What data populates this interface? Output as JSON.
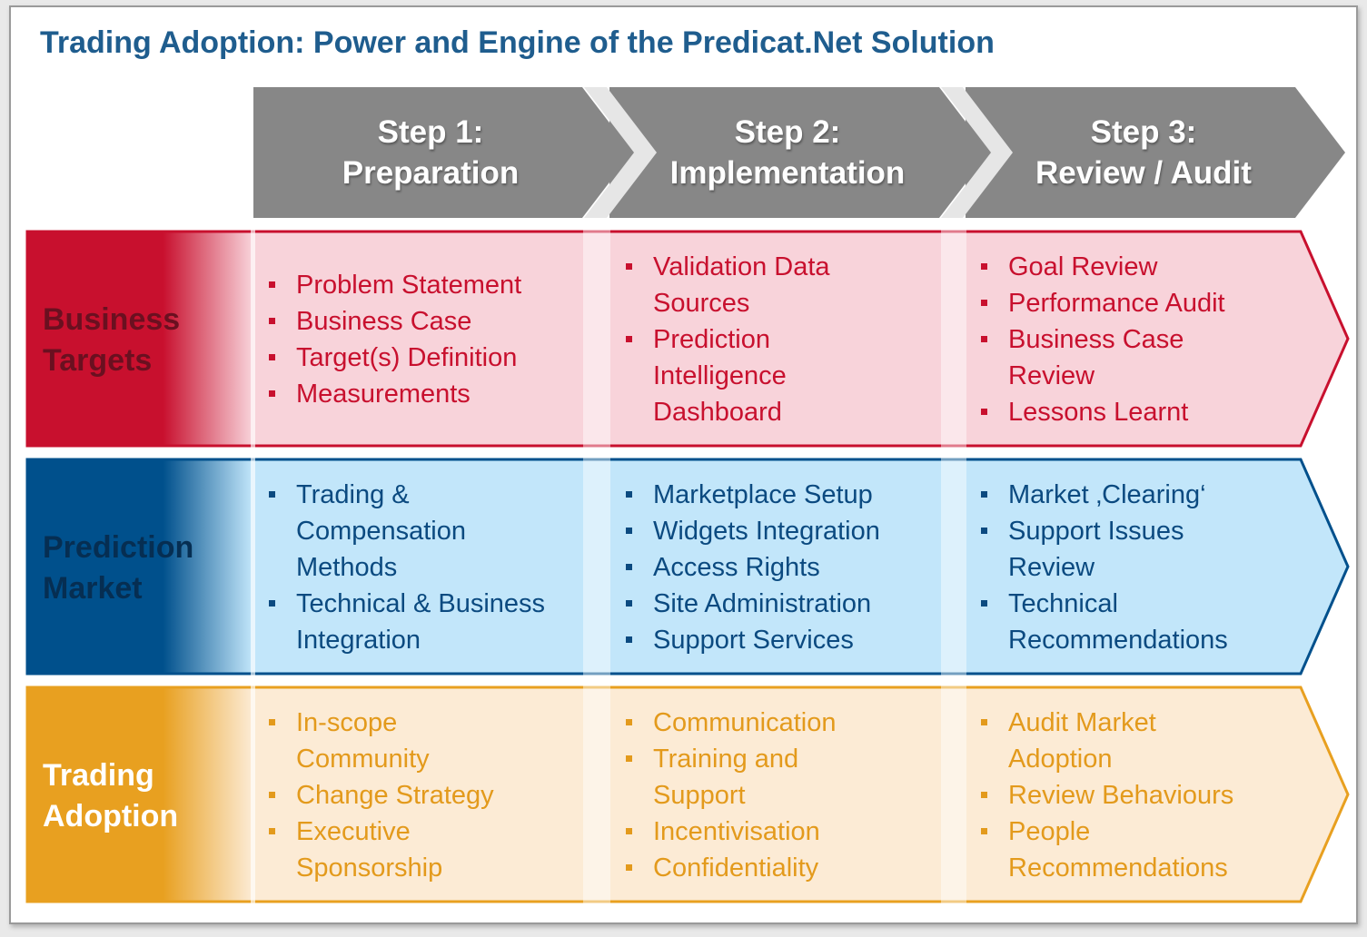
{
  "title": "Trading Adoption: Power and Engine of the Predicat.Net Solution",
  "colors": {
    "step_gray": "#878787",
    "business_red": "#c8102e",
    "business_tint": "#f8d3da",
    "prediction_blue": "#00508c",
    "prediction_tint": "#c2e6fa",
    "trading_orange": "#e8a020",
    "trading_tint": "#fcebd5"
  },
  "steps": [
    {
      "line1": "Step 1:",
      "line2": "Preparation"
    },
    {
      "line1": "Step 2:",
      "line2": "Implementation"
    },
    {
      "line1": "Step 3:",
      "line2": "Review / Audit"
    }
  ],
  "rows": [
    {
      "label_line1": "Business",
      "label_line2": "Targets",
      "cols": [
        [
          "Problem Statement",
          "Business Case",
          "Target(s) Definition",
          "Measurements"
        ],
        [
          "Validation Data Sources",
          "Prediction Intelligence Dashboard"
        ],
        [
          "Goal Review",
          "Performance Audit",
          "Business Case Review",
          "Lessons Learnt"
        ]
      ]
    },
    {
      "label_line1": "Prediction",
      "label_line2": "Market",
      "cols": [
        [
          "Trading & Compensation Methods",
          "Technical & Business Integration"
        ],
        [
          "Marketplace Setup",
          "Widgets Integration",
          "Access Rights",
          "Site Administration",
          "Support Services"
        ],
        [
          "Market ‚Clearing‘",
          "Support Issues Review",
          "Technical Recommendations"
        ]
      ]
    },
    {
      "label_line1": "Trading",
      "label_line2": "Adoption",
      "cols": [
        [
          "In-scope Community",
          "Change Strategy",
          "Executive Sponsorship"
        ],
        [
          "Communication",
          "Training and Support",
          "Incentivisation",
          "Confidentiality"
        ],
        [
          "Audit Market Adoption",
          "Review Behaviours",
          "People Recommendations"
        ]
      ]
    }
  ]
}
